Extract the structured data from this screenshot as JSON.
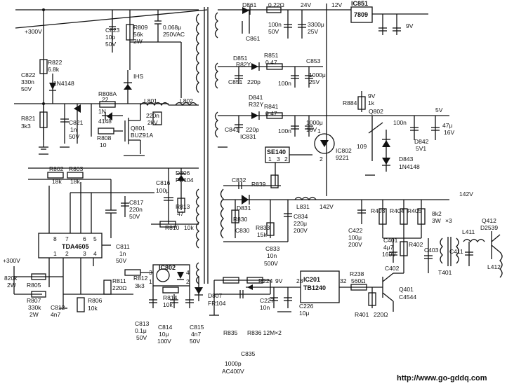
{
  "labels": {
    "v300_top": "+300V",
    "v300_left": "+300V",
    "v24": "24V",
    "v12": "12V",
    "v9": "9V",
    "v5": "5V",
    "v142_a": "142V",
    "v142_b": "142V",
    "v9b": "9V",
    "v9c": "9V",
    "r822": "R822",
    "r822_val": "6.8k",
    "c822": "C822",
    "c822_val1": "330n",
    "c822_val2": "50V",
    "d1n4148_a": "1N4148",
    "r821": "R821",
    "r821_val": "3k3",
    "c823": "C823",
    "c823_val1": "10p",
    "c823_val2": "50V",
    "r809": "R809",
    "r809_val1": "56k",
    "r809_val2": "2W",
    "c068": "0.068μ",
    "c068_v": "250VAC",
    "ihs": "IHS",
    "r808a": "R808A",
    "r808a_val": "22",
    "d1n_a": "1N",
    "d1n_b": "4148",
    "c821": "C821",
    "c821_val1": "1n",
    "c821_val2": "50V",
    "l801": "L801",
    "l802": "L802",
    "c220n": "220n",
    "c2kv": "2kV",
    "q801": "Q801",
    "q801_part": "BUZ91A",
    "r808": "R808",
    "r808_val": "10",
    "r802": "R802",
    "r802_val": "18k",
    "r803": "R803",
    "r803_val": "18k",
    "d806": "D806",
    "d806_part": "FR104",
    "c816": "C816",
    "c816_val": "100μ",
    "c817": "C817",
    "c817_val1": "220n",
    "c817_val2": "50V",
    "r813": "R813",
    "r813_val": "47",
    "r810": "R810",
    "r810_val": "10k",
    "tda": "TDA4605",
    "pin8": "8",
    "pin7": "7",
    "pin6": "6",
    "pin5": "5",
    "pin1": "1",
    "pin2": "2",
    "pin3": "3",
    "pin4": "4",
    "c811": "C811",
    "c811_val1": "1n",
    "c811_val2": "50V",
    "r820_top": "820k",
    "r820_w": "2W",
    "r805": "R805",
    "r807": "R807",
    "r807_val1": "330k",
    "r807_val2": "2W",
    "c812": "C812",
    "c812_val": "4n7",
    "r806": "R806",
    "r806_val": "10k",
    "r811": "R811",
    "r811_val": "220Ω",
    "r812": "R812",
    "r812_val": "3k3",
    "ic802_lower": "IC802",
    "pin3b": "3",
    "pin4b": "4",
    "pin1b": "1",
    "pin2b": "2",
    "r814": "R814",
    "r814_val": "10k",
    "c813": "C813",
    "c813_val1": "0.1μ",
    "c813_val2": "50V",
    "c814": "C814",
    "c814_val1": "10μ",
    "c814_val2": "100V",
    "c815": "C815",
    "c815_val1": "4n7",
    "c815_val2": "50V",
    "d807": "D807",
    "d807_part": "FR104",
    "r835": "R835",
    "r836": "R836 12M×2",
    "c835": "C835",
    "c835_val1": "1000p",
    "c835_val2": "AC400V",
    "d861": "D861",
    "r022": "0.22Ω",
    "c861": "C861",
    "c100n_a": "100n",
    "c50v_a": "50V",
    "c3300": "3300μ",
    "c3300_v": "25V",
    "ic851": "IC851",
    "ic851_part": "7809",
    "d851": "D851",
    "r82y_a": "R82Y",
    "r851": "R851",
    "r851_val": "0.47",
    "c853": "C853",
    "c851": "C851",
    "c220p_a": "220p",
    "c100n_b": "100n",
    "c1000_a": "1000μ",
    "c1000_a_v": "25V",
    "d841": "D841",
    "r32y": "R32Y",
    "r841": "R841",
    "r841_val": "0.47",
    "c841": "C841",
    "c220p_b": "220p",
    "ic831": "IC831",
    "c100n_c": "100n",
    "c1000_b": "1000μ",
    "c1000_b_v": "16V",
    "r884": "R884",
    "r884_val": "1k",
    "q802": "Q802",
    "c100n_d": "100n",
    "c47u": "47μ",
    "c47u_v": "16V",
    "d842": "D842",
    "d842_val": "5V1",
    "d843": "D843",
    "d843_part": "1N4148",
    "c109": "109",
    "se140": "SE140",
    "se_p1": "1",
    "se_p3": "3",
    "se_p2": "2",
    "ic802": "IC802",
    "ic802_part": "9221",
    "opto_p1": "1",
    "opto_p2": "2",
    "c832": "C832",
    "r839": "R839",
    "d831": "D831",
    "r830": "R830",
    "r833": "R833",
    "r833_val": "15k",
    "c830": "C830",
    "l831": "L831",
    "c834": "C834",
    "c834_val1": "220μ",
    "c834_val2": "200V",
    "c833": "C833",
    "c833_val1": "10n",
    "c833_val2": "500V",
    "r403": "R403",
    "r404": "R404",
    "r405": "R405",
    "r8k2": "8k2",
    "r3w": "3W",
    "rx3": "×3",
    "c422": "C422",
    "c422_val1": "100μ",
    "c422_val2": "200V",
    "c401": "C401",
    "c401_val1": "4μ7",
    "c401_val2": "160V",
    "r402": "R402",
    "c402": "C402",
    "c403": "C403",
    "t401": "T401",
    "l411": "L411",
    "c411": "C411",
    "q412": "Q412",
    "q412_part": "D2539",
    "l412": "L412",
    "r224": "R224",
    "pin28": "28",
    "ic201": "IC201",
    "ic201_part": "TB1240",
    "pin32": "32",
    "r238": "R238",
    "r238_val": "560Ω",
    "c227": "C227",
    "c227_val": "10n",
    "c226": "C226",
    "c226_val": "10μ",
    "q401": "Q401",
    "q401_part": "C4544",
    "r401": "R401",
    "r401_val": "220Ω",
    "url": "http://www.go-gddq.com"
  }
}
